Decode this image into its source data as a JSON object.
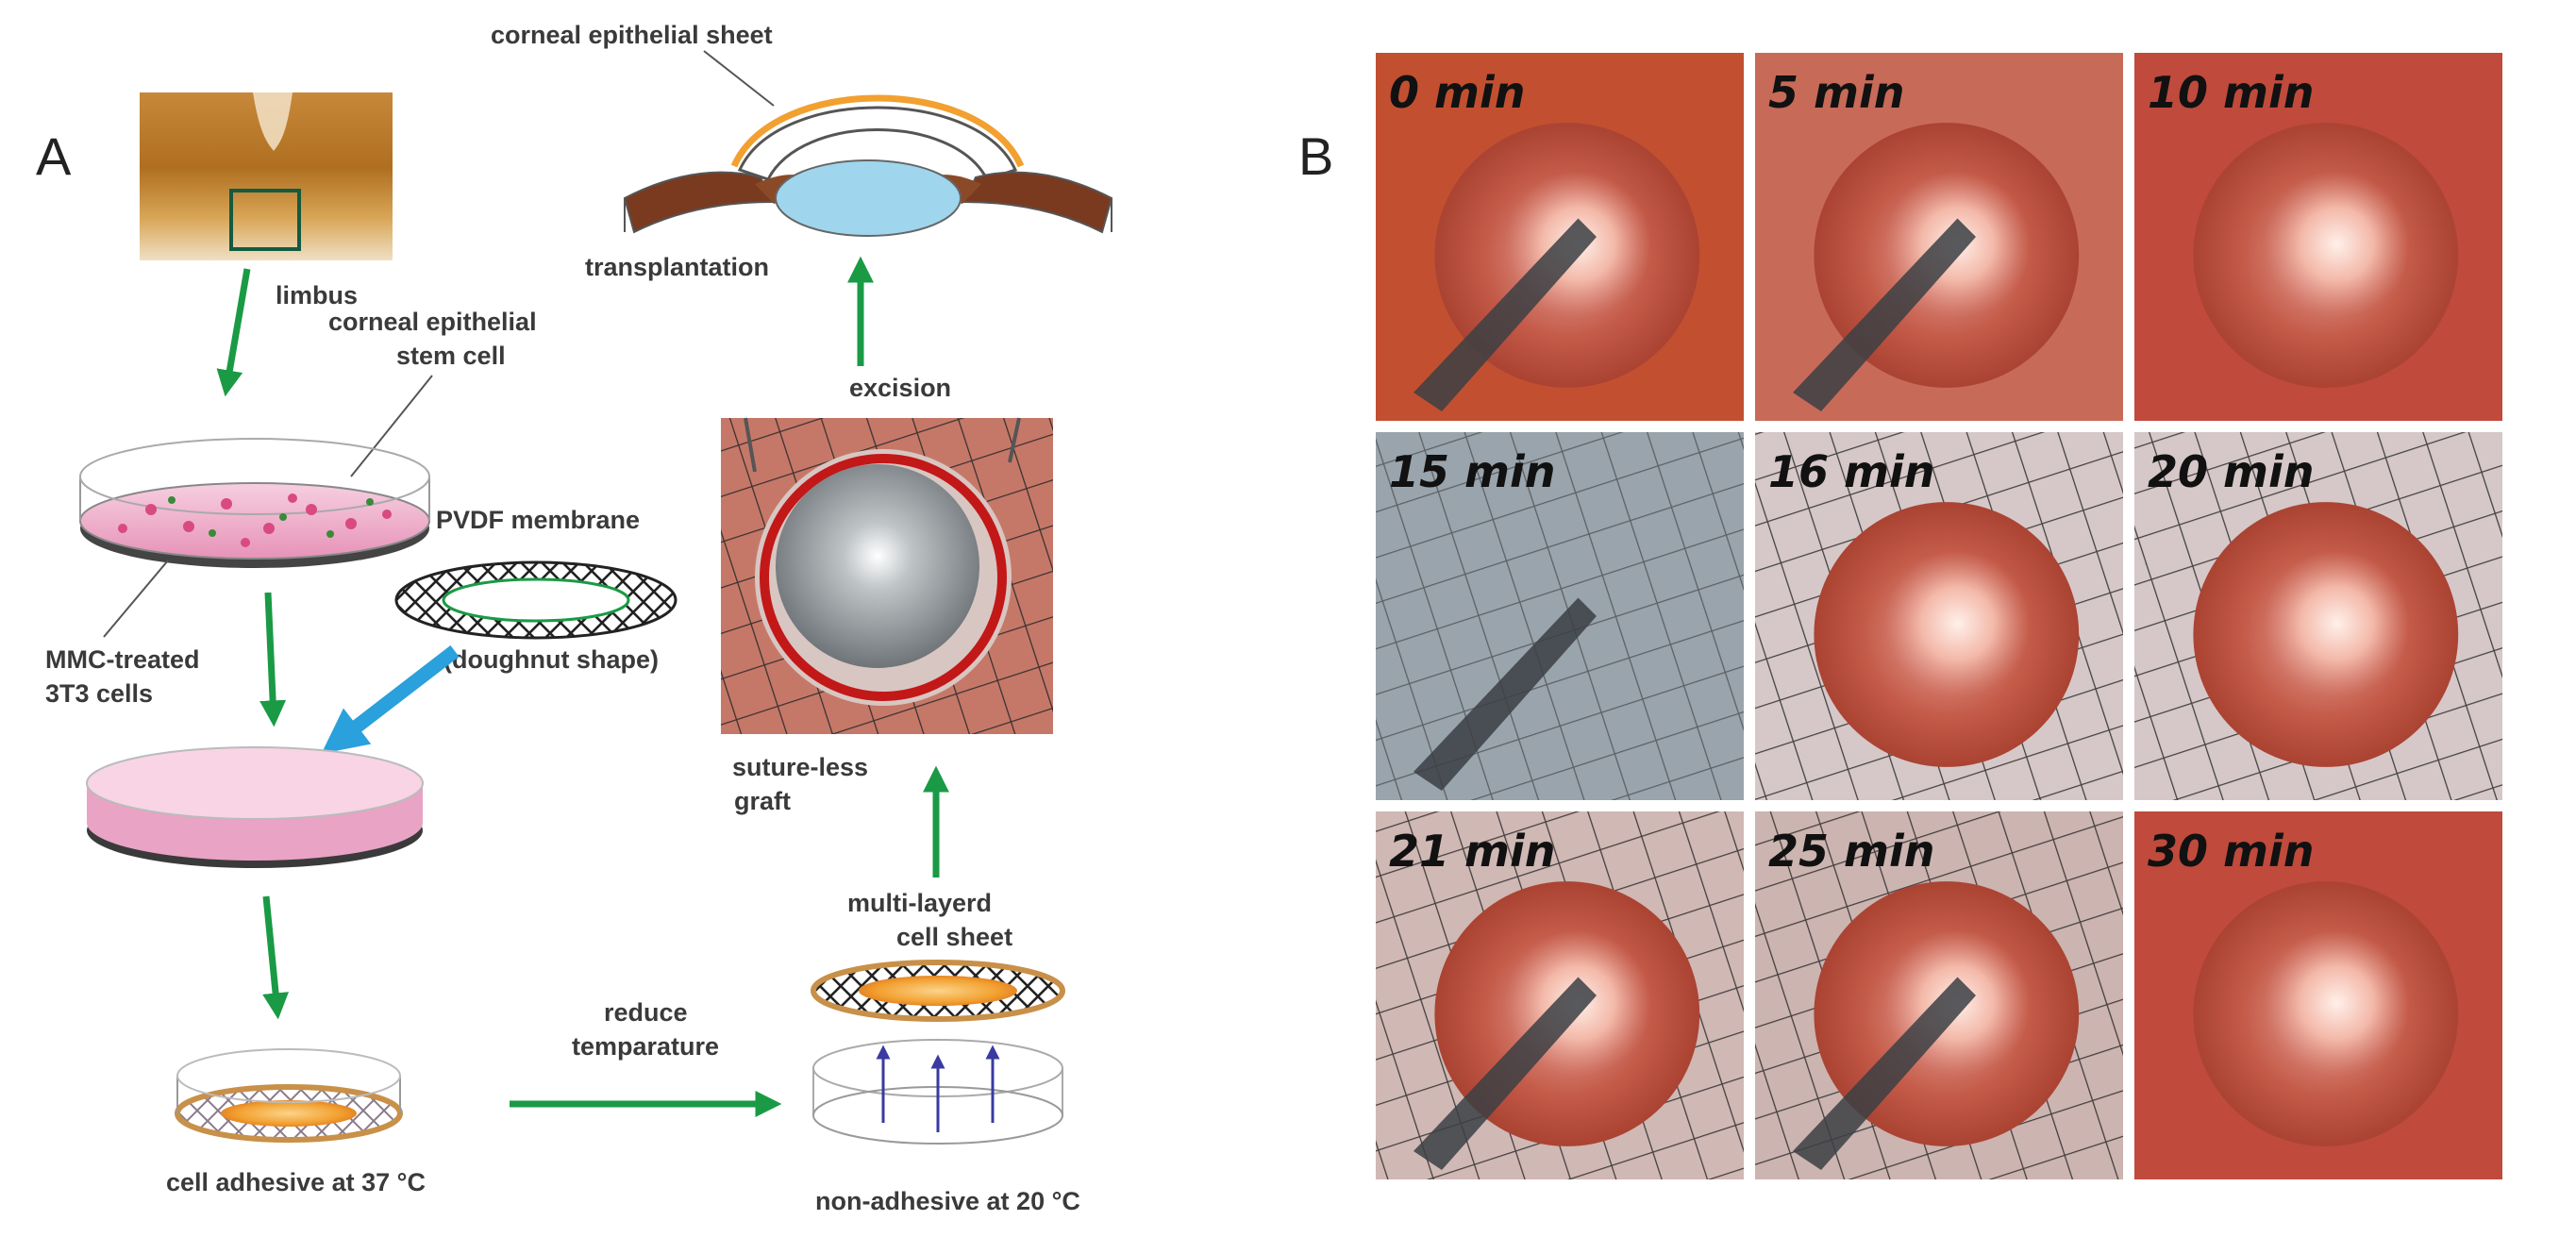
{
  "panel_a": {
    "letter": "A",
    "labels": {
      "limbus": "limbus",
      "stem_cell_1": "corneal epithelial",
      "stem_cell_2": "stem cell",
      "pvdf": "PVDF membrane",
      "doughnut": "(doughnut shape)",
      "mmc_1": "MMC-treated",
      "mmc_2": "3T3 cells",
      "cell_adhesive": "cell adhesive at 37 °C",
      "reduce_1": "reduce",
      "reduce_2": "temparature",
      "nonadhesive": "non-adhesive at 20 °C",
      "multilayer_1": "multi-layerd",
      "multilayer_2": "cell sheet",
      "sutureless_1": "suture-less",
      "sutureless_2": "graft",
      "excision": "excision",
      "transplantation": "transplantation",
      "epithelial_sheet": "corneal epithelial sheet"
    },
    "colors": {
      "arrow_green": "#1a9a45",
      "arrow_blue": "#2aa0dc",
      "dish_pink": "#f2b8cf",
      "sheet_orange": "#f2a030",
      "tissue_brown": "#7a3a20",
      "lens_blue": "#9fd6ee"
    }
  },
  "panel_b": {
    "letter": "B",
    "frames": [
      {
        "time": "0 min"
      },
      {
        "time": "5 min"
      },
      {
        "time": "10 min"
      },
      {
        "time": "15 min"
      },
      {
        "time": "16 min"
      },
      {
        "time": "20 min"
      },
      {
        "time": "21 min"
      },
      {
        "time": "25 min"
      },
      {
        "time": "30 min"
      }
    ]
  }
}
